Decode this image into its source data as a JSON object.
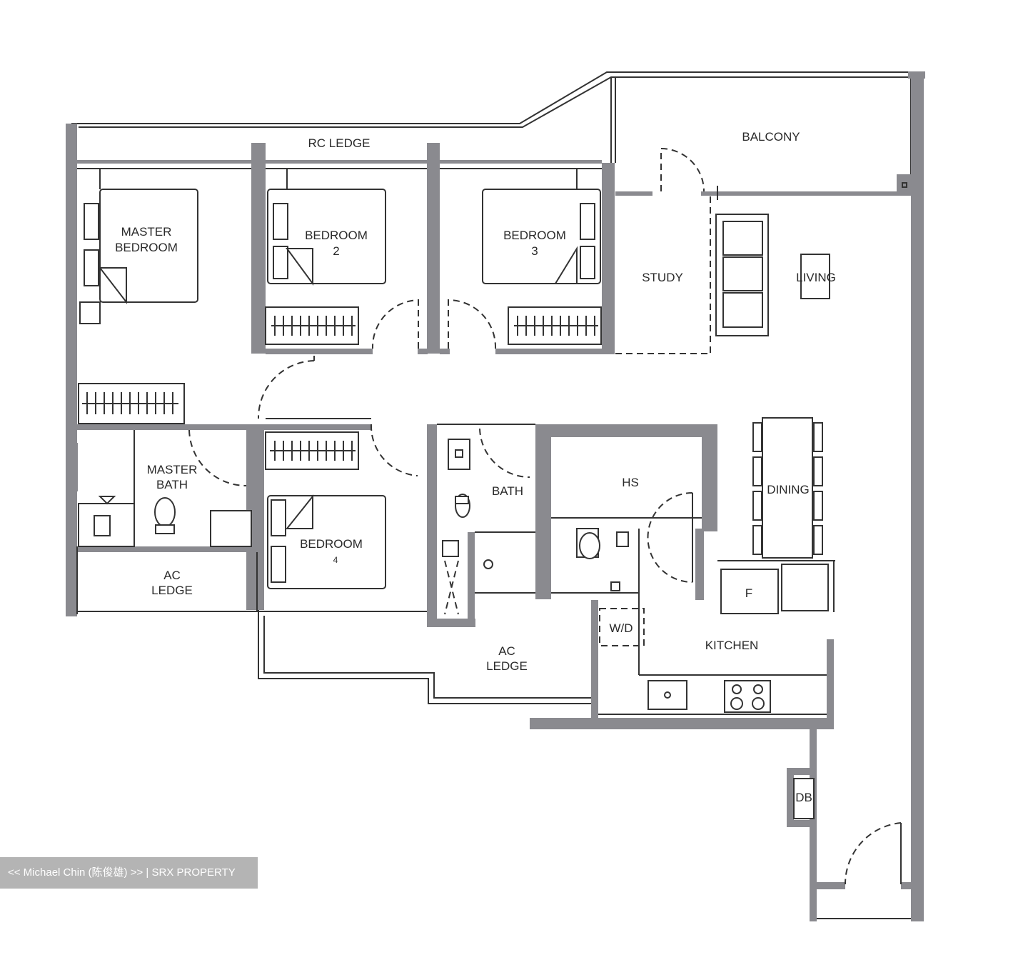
{
  "rooms": {
    "rc_ledge": "RC LEDGE",
    "balcony": "BALCONY",
    "master_bedroom_1": "MASTER",
    "master_bedroom_2": "BEDROOM",
    "bedroom2_1": "BEDROOM",
    "bedroom2_2": "2",
    "bedroom3_1": "BEDROOM",
    "bedroom3_2": "3",
    "study": "STUDY",
    "living": "LIVING",
    "master_bath_1": "MASTER",
    "master_bath_2": "BATH",
    "ac_ledge_left_1": "AC",
    "ac_ledge_left_2": "LEDGE",
    "bedroom4_1": "BEDROOM",
    "bedroom4_2": "4",
    "bath": "BATH",
    "hs": "HS",
    "dining": "DINING",
    "fridge": "F",
    "wd": "W/D",
    "kitchen": "KITCHEN",
    "ac_ledge_mid_1": "AC",
    "ac_ledge_mid_2": "LEDGE",
    "db": "DB"
  },
  "watermark": "<< Michael Chin (陈俊雄) >> | SRX PROPERTY",
  "colors": {
    "wall": "#8a8a8f",
    "line": "#333333",
    "watermark_bg": "#b4b4b4"
  }
}
